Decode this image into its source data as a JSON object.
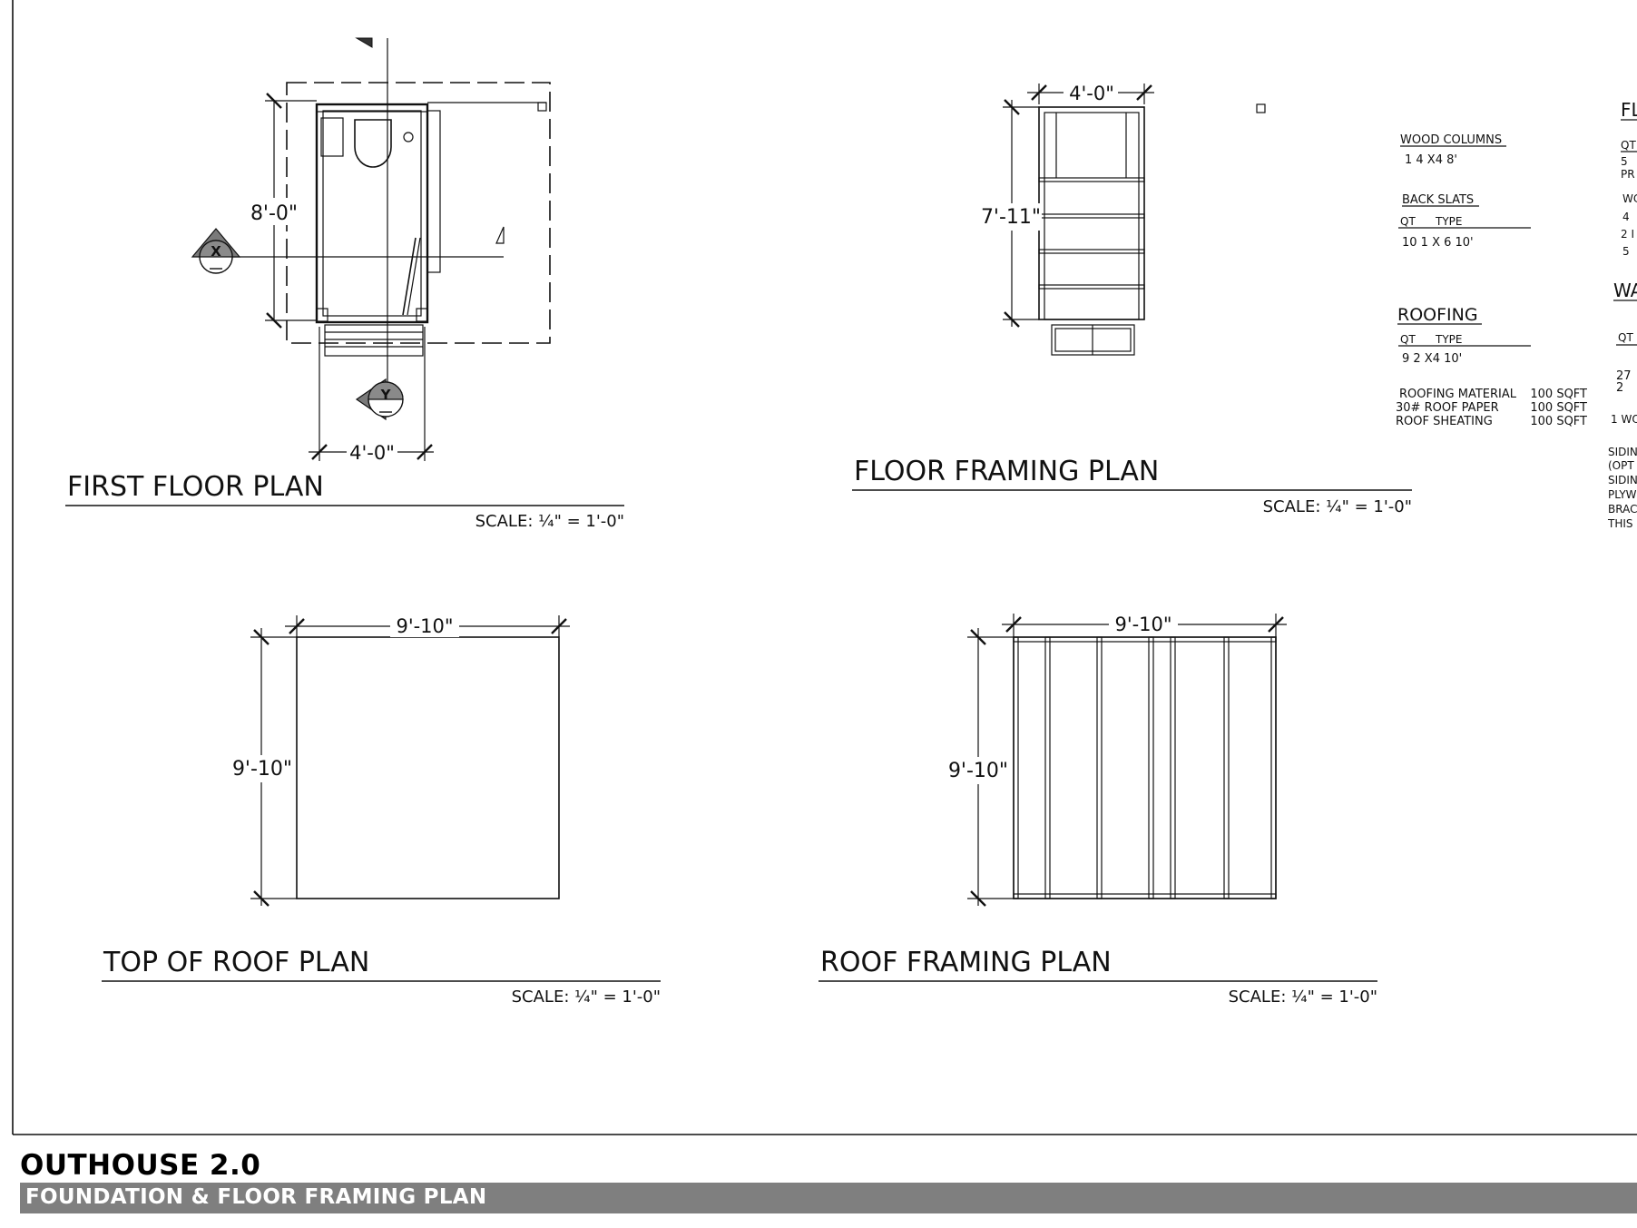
{
  "drawings": {
    "first_floor_plan": {
      "title": "FIRST FLOOR PLAN",
      "scale": "SCALE: ¼\" = 1'-0\"",
      "dim_height": "8'-0\"",
      "dim_width": "4'-0\"",
      "section_x": "X",
      "section_y": "Y"
    },
    "floor_framing_plan": {
      "title": "FLOOR FRAMING PLAN",
      "scale": "SCALE: ¼\" = 1'-0\"",
      "dim_width": "4'-0\"",
      "dim_height": "7'-11\""
    },
    "top_of_roof_plan": {
      "title": "TOP OF ROOF  PLAN",
      "scale": "SCALE: ¼\" = 1'-0\"",
      "dim_width": "9'-10\"",
      "dim_height": "9'-10\""
    },
    "roof_framing_plan": {
      "title": "ROOF FRAMING PLAN",
      "scale": "SCALE: ¼\" = 1'-0\"",
      "dim_width": "9'-10\"",
      "dim_height": "9'-10\""
    }
  },
  "material_lists": {
    "wood_columns": {
      "heading": "WOOD COLUMNS",
      "row": "1    4 X4  8'"
    },
    "back_slats": {
      "heading": "BACK SLATS",
      "col_qt": "QT",
      "col_type": "TYPE",
      "row": "10  1 X 6   10'"
    },
    "roofing": {
      "heading": "ROOFING",
      "col_qt": "QT",
      "col_type": "TYPE",
      "row": "9    2 X4    10'",
      "items": [
        {
          "name": "ROOFING MATERIAL",
          "qty": "100 SQFT"
        },
        {
          "name": "30# ROOF PAPER",
          "qty": "100 SQFT"
        },
        {
          "name": "ROOF SHEATING",
          "qty": "100 SQFT"
        }
      ]
    },
    "cut_off_column": {
      "heading_top": "FL",
      "col_qt": "QT",
      "lines_a": [
        "5",
        "PR"
      ],
      "lines_b": [
        "WC",
        "4",
        "2 I",
        "5"
      ],
      "heading_mid": "WA",
      "col_qt_2": "QT",
      "lines_c": [
        "27",
        "2"
      ],
      "line_d": "1 WO",
      "lines_e": [
        "SIDIN",
        "(OPT",
        "SIDIN",
        "PLYW",
        "BRAC",
        "THIS"
      ]
    }
  },
  "title_block": {
    "project": "OUTHOUSE 2.0",
    "sheet": "FOUNDATION & FLOOR FRAMING PLAN"
  }
}
